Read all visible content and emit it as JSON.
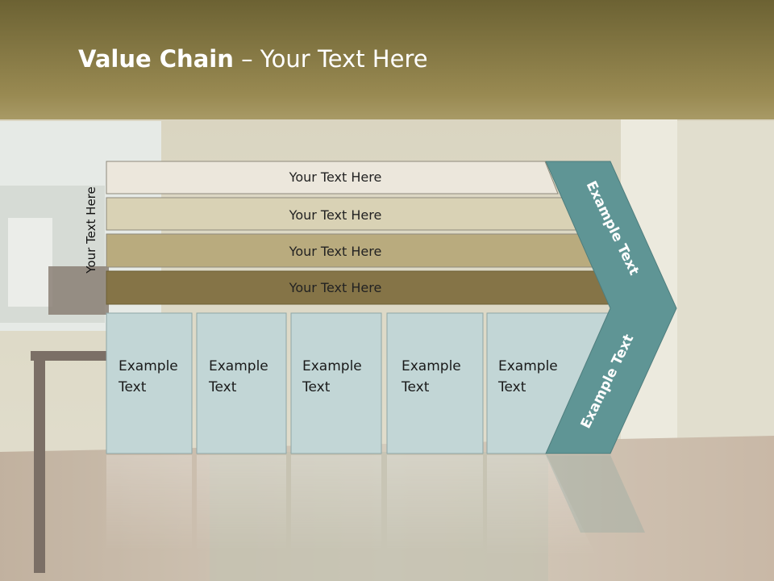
{
  "title": {
    "bold": "Value Chain",
    "rest": " – Your Text Here"
  },
  "side_label": "Your Text Here",
  "bars": [
    {
      "label": "Your Text Here"
    },
    {
      "label": "Your Text Here"
    },
    {
      "label": "Your Text Here"
    },
    {
      "label": "Your Text Here"
    }
  ],
  "cards": [
    {
      "line1": "Example",
      "line2": "Text"
    },
    {
      "line1": "Example",
      "line2": "Text"
    },
    {
      "line1": "Example",
      "line2": "Text"
    },
    {
      "line1": "Example",
      "line2": "Text"
    },
    {
      "line1": "Example",
      "line2": "Text"
    }
  ],
  "arrow": {
    "upper": "Example Text",
    "lower": "Example Text"
  },
  "colors": {
    "header": "#8a7b4a",
    "bar1": "#ece7dc",
    "bar2": "#d9d2b5",
    "bar3": "#b9ab7e",
    "bar4": "#857447",
    "card": "#c2d6d6",
    "arrow": "#5f9595"
  }
}
